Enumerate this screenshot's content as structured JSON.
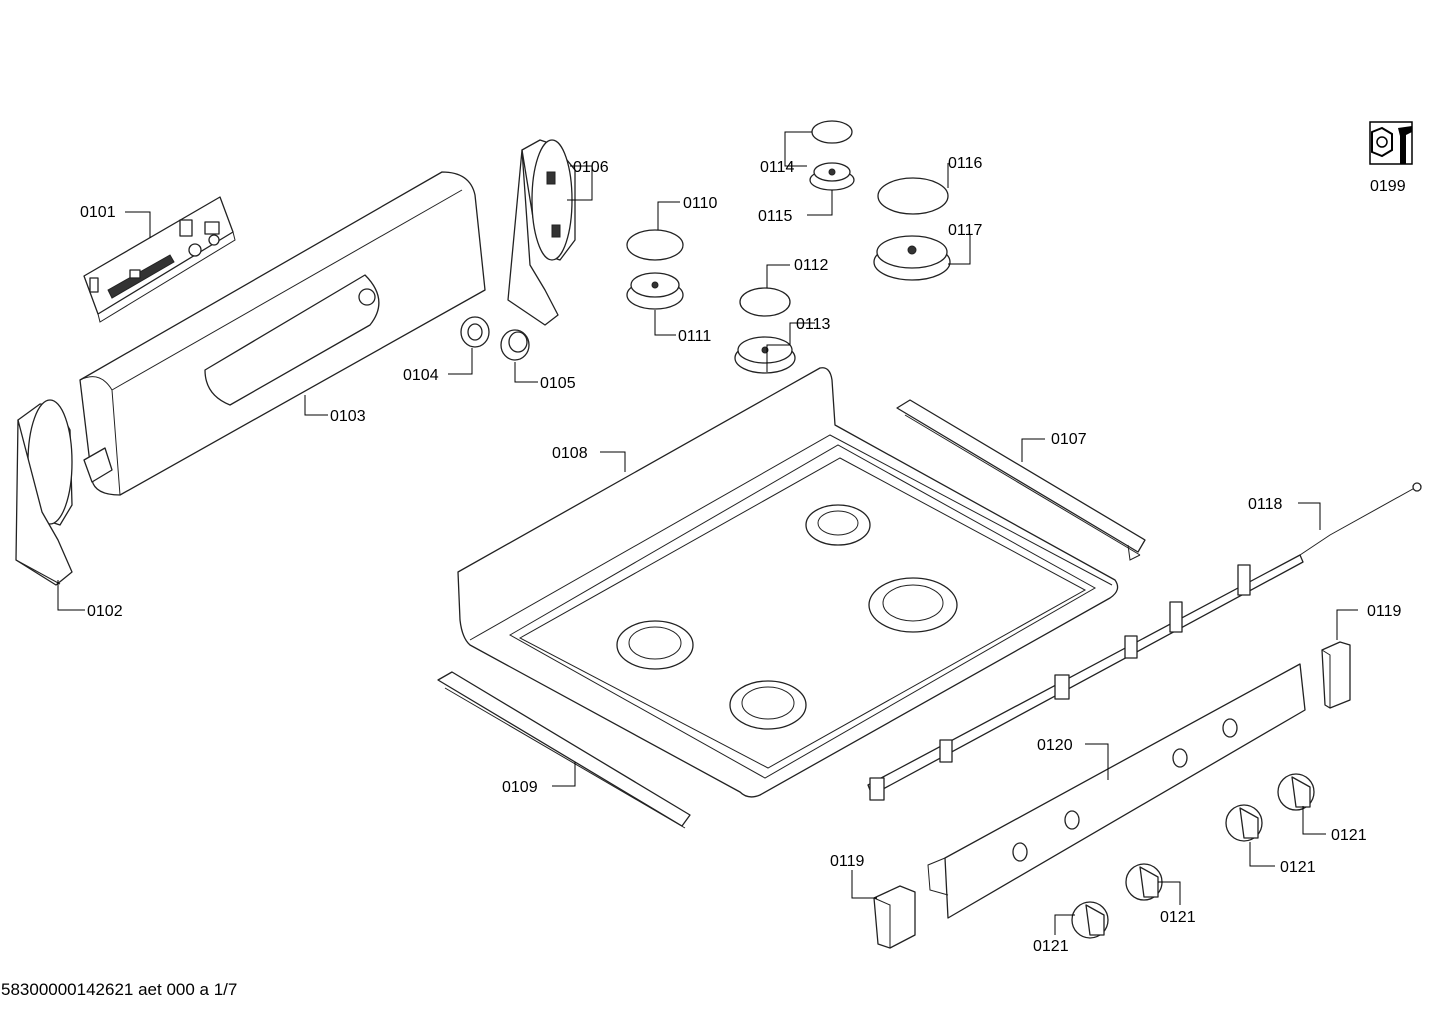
{
  "parts": [
    {
      "id": "part-0101",
      "label": "0101"
    },
    {
      "id": "part-0102",
      "label": "0102"
    },
    {
      "id": "part-0103",
      "label": "0103"
    },
    {
      "id": "part-0104",
      "label": "0104"
    },
    {
      "id": "part-0105",
      "label": "0105"
    },
    {
      "id": "part-0106",
      "label": "0106"
    },
    {
      "id": "part-0107",
      "label": "0107"
    },
    {
      "id": "part-0108",
      "label": "0108"
    },
    {
      "id": "part-0109",
      "label": "0109"
    },
    {
      "id": "part-0110",
      "label": "0110"
    },
    {
      "id": "part-0111",
      "label": "0111"
    },
    {
      "id": "part-0112",
      "label": "0112"
    },
    {
      "id": "part-0113",
      "label": "0113"
    },
    {
      "id": "part-0114",
      "label": "0114"
    },
    {
      "id": "part-0115",
      "label": "0115"
    },
    {
      "id": "part-0116",
      "label": "0116"
    },
    {
      "id": "part-0117",
      "label": "0117"
    },
    {
      "id": "part-0118",
      "label": "0118"
    },
    {
      "id": "part-0119a",
      "label": "0119"
    },
    {
      "id": "part-0119b",
      "label": "0119"
    },
    {
      "id": "part-0120",
      "label": "0120"
    },
    {
      "id": "part-0121a",
      "label": "0121"
    },
    {
      "id": "part-0121b",
      "label": "0121"
    },
    {
      "id": "part-0121c",
      "label": "0121"
    },
    {
      "id": "part-0121d",
      "label": "0121"
    },
    {
      "id": "part-0199",
      "label": "0199"
    }
  ],
  "footer": {
    "document_id": "58300000142621 aet 000 a 1/7"
  },
  "icons": {
    "service_kit": "wrench-nut-icon"
  }
}
